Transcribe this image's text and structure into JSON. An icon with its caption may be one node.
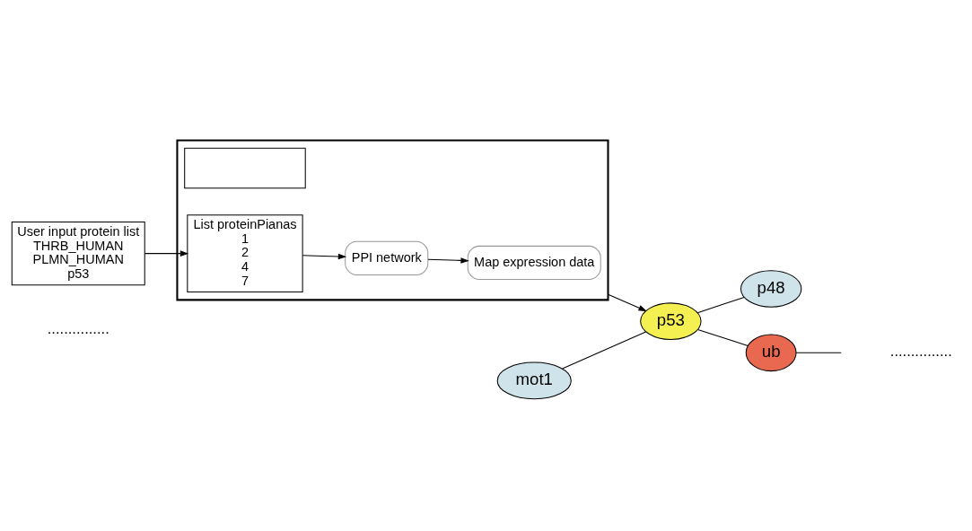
{
  "diagram": {
    "nodes": [
      {
        "text": [
          "User input protein list",
          "THRB_HUMAN",
          "PLMN_HUMAN",
          "p53"
        ]
      },
      {
        "text": [],
        "shape": "box"
      },
      {
        "text": [],
        "shape": "box",
        "in": 1
      },
      {
        "text": [
          "List proteinPianas",
          "1",
          "2",
          "4",
          "7"
        ],
        "in": 1
      },
      {
        "text": [
          "PPI network"
        ],
        "in": 1
      },
      {
        "text": [
          "Map expression data"
        ],
        "in": 1
      },
      {
        "text": [
          "mot1"
        ]
      },
      {
        "text": [
          "p53"
        ]
      },
      {
        "text": [
          "p48"
        ]
      },
      {
        "text": [
          "ub"
        ]
      }
    ],
    "edges": [
      {
        "from": 0,
        "to": 3,
        "arrow": "to"
      },
      {
        "from": 3,
        "to": 4,
        "arrow": "to"
      },
      {
        "from": 4,
        "to": 5,
        "arrow": "to"
      },
      {
        "from": 1,
        "to": 7,
        "arrow": "to"
      },
      {
        "from": 6,
        "to": 7,
        "arrow": "none"
      },
      {
        "from": 7,
        "to": 8,
        "arrow": "none"
      },
      {
        "from": 7,
        "to": 9,
        "arrow": "none"
      },
      {
        "from": 9,
        "to": null,
        "arrow": "none"
      }
    ],
    "labels": [
      "...............",
      "..............."
    ]
  }
}
